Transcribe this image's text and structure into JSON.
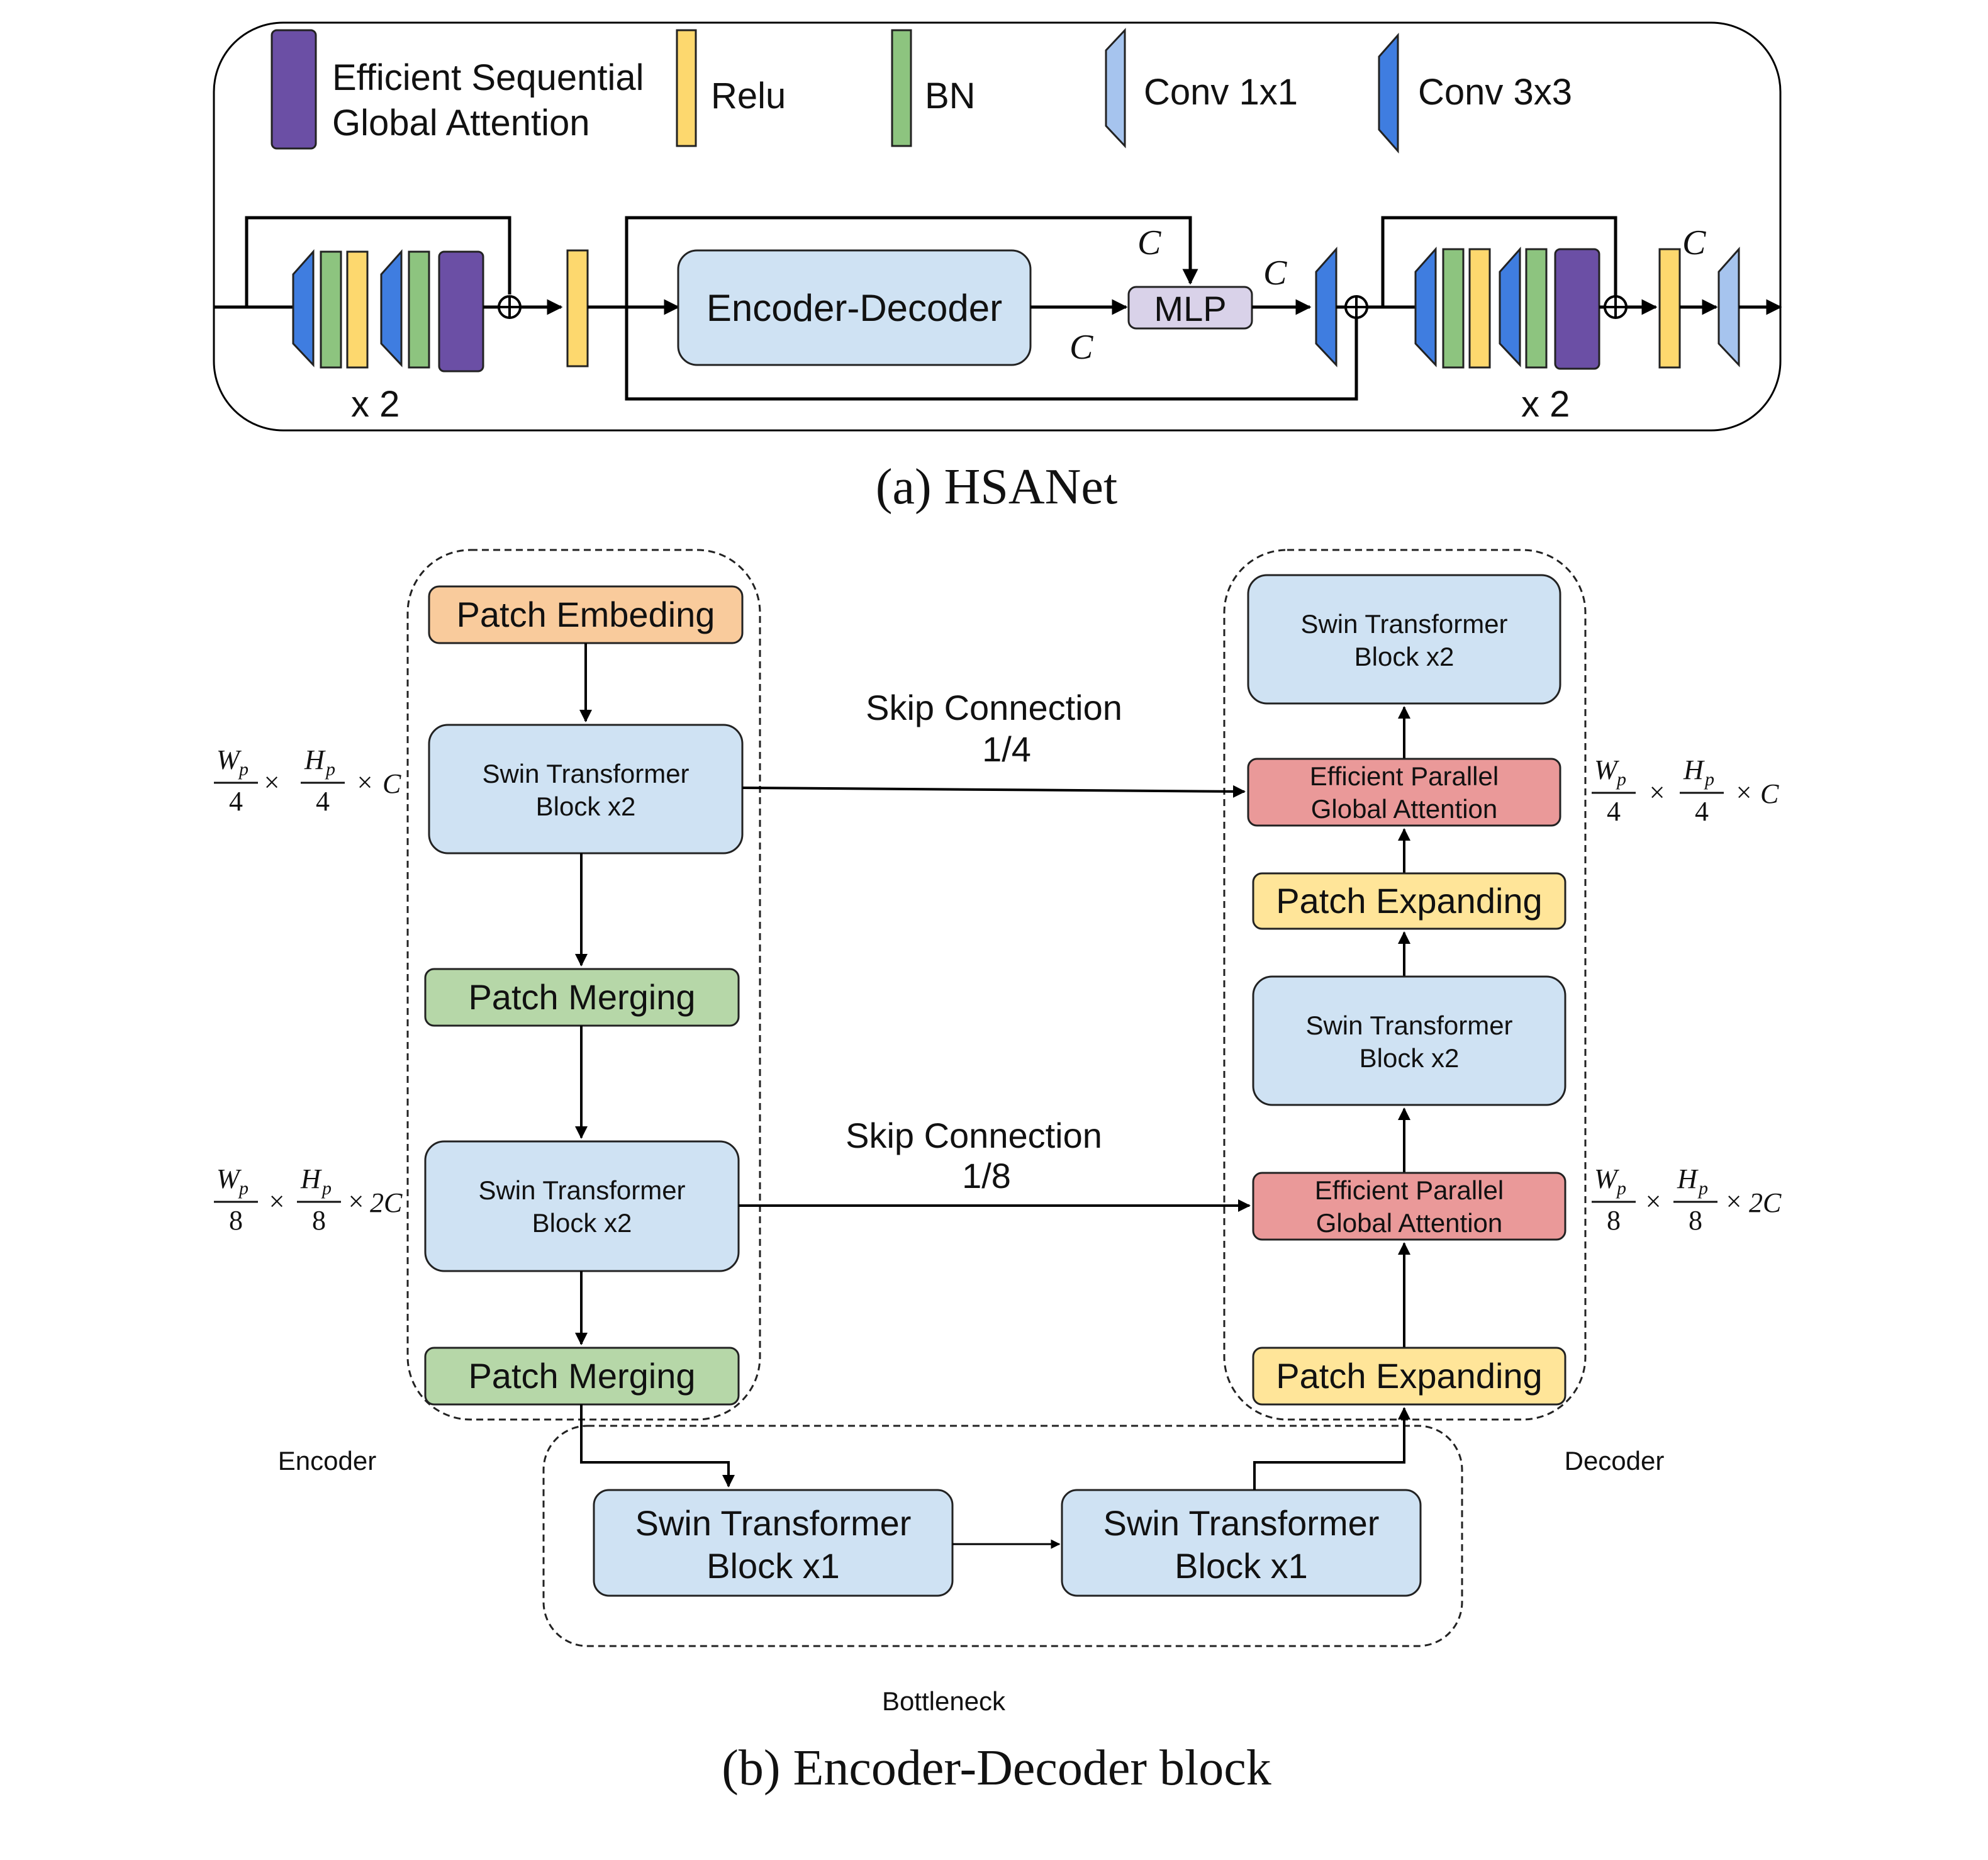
{
  "legend": {
    "esga_line1": "Efficient Sequential",
    "esga_line2": "Global Attention",
    "relu": "Relu",
    "bn": "BN",
    "conv1": "Conv 1x1",
    "conv3": "Conv 3x3"
  },
  "hsanet": {
    "repeat_left": "x 2",
    "repeat_right": "x 2",
    "encoder_decoder": "Encoder-Decoder",
    "mlp": "MLP",
    "c_symbol": "C",
    "caption": "(a) HSANet"
  },
  "block": {
    "encoder": {
      "label": "Encoder",
      "patch_embedding": "Patch Embeding",
      "swin1_line1": "Swin Transformer",
      "swin1_line2": "Block x2",
      "merge1": "Patch Merging",
      "swin2_line1": "Swin Transformer",
      "swin2_line2": "Block x2",
      "merge2": "Patch Merging"
    },
    "decoder": {
      "label": "Decoder",
      "swin_top_line1": "Swin Transformer",
      "swin_top_line2": "Block x2",
      "epga1_line1": "Efficient Parallel",
      "epga1_line2": "Global Attention",
      "expand1": "Patch Expanding",
      "swin_mid_line1": "Swin Transformer",
      "swin_mid_line2": "Block x2",
      "epga2_line1": "Efficient Parallel",
      "epga2_line2": "Global Attention",
      "expand2": "Patch Expanding"
    },
    "bottleneck": {
      "label": "Bottleneck",
      "swin_a_line1": "Swin Transformer",
      "swin_a_line2": "Block x1",
      "swin_b_line1": "Swin Transformer",
      "swin_b_line2": "Block x1"
    },
    "skip1_line1": "Skip Connection",
    "skip1_line2": "1/4",
    "skip2_line1": "Skip Connection",
    "skip2_line2": "1/8",
    "dims": {
      "w": "W",
      "h": "H",
      "sub": "p",
      "times": "×",
      "d4": "4",
      "d8": "8",
      "c1": "C",
      "c2": "2C"
    },
    "caption": "(b) Encoder-Decoder block"
  },
  "colors": {
    "esga": "#6b4fa5",
    "relu": "#fdd86e",
    "bn": "#8dc47f",
    "conv1": "#a6c4ee",
    "conv3": "#3f7de0",
    "encdec": "#cfe2f3",
    "mlp": "#d9d2e9",
    "patch_embedding": "#f9cb9c",
    "patch_merging": "#b6d7a8",
    "swin": "#cfe2f3",
    "epga": "#ea9999",
    "patch_expanding": "#ffe599"
  }
}
